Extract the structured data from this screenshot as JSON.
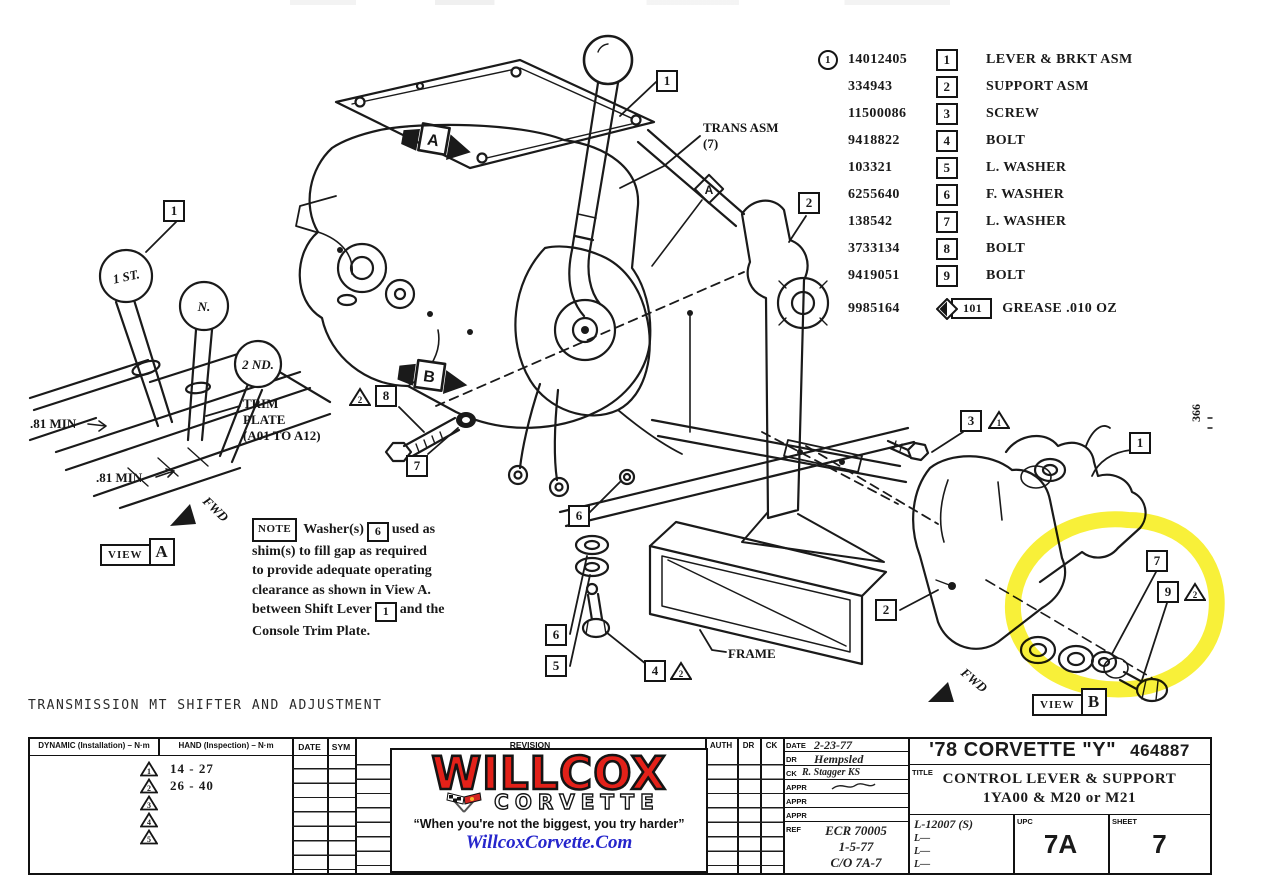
{
  "page": {
    "caption": "TRANSMISSION MT SHIFTER AND ADJUSTMENT",
    "ink": "#1a1a1a",
    "highlight_yellow": "#f6ec07"
  },
  "parts_list": {
    "rows": [
      {
        "circle": "1",
        "part_number": "14012405",
        "item": "1",
        "description": "LEVER & BRKT ASM"
      },
      {
        "part_number": "334943",
        "item": "2",
        "description": "SUPPORT ASM"
      },
      {
        "part_number": "11500086",
        "item": "3",
        "description": "SCREW"
      },
      {
        "part_number": "9418822",
        "item": "4",
        "description": "BOLT"
      },
      {
        "part_number": "103321",
        "item": "5",
        "description": "L. WASHER"
      },
      {
        "part_number": "6255640",
        "item": "6",
        "description": "F. WASHER"
      },
      {
        "part_number": "138542",
        "item": "7",
        "description": "L. WASHER"
      },
      {
        "part_number": "3733134",
        "item": "8",
        "description": "BOLT"
      },
      {
        "part_number": "9419051",
        "item": "9",
        "description": "BOLT"
      }
    ],
    "grease": {
      "part_number": "9985164",
      "item": "101",
      "description": "GREASE .010 OZ"
    }
  },
  "drawing": {
    "callouts": {
      "n1": "1",
      "n2": "2",
      "n3": "3",
      "n4": "4",
      "n5": "5",
      "n6": "6",
      "n7": "7",
      "n8": "8",
      "n9": "9"
    },
    "triangles": {
      "t1": "1",
      "t2": "2",
      "t3": "3",
      "t4": "4",
      "t5": "5"
    },
    "labels": {
      "trans_asm_line1": "TRANS ASM",
      "trans_asm_line2": "(7)",
      "trim_plate_line1": "TRIM",
      "trim_plate_line2": "PLATE",
      "trim_plate_line3": "(A01 TO A12)",
      "min_top": ".81 MIN",
      "min_bottom": ".81 MIN",
      "fwd_left": "FWD",
      "fwd_right": "FWD",
      "frame": "FRAME",
      "view_word": "VIEW",
      "view_a": "A",
      "view_b": "B",
      "knob_1st": "1 ST.",
      "knob_n": "N.",
      "knob_2nd": "2 ND.",
      "page_side_ref": "366"
    },
    "note": {
      "label": "NOTE",
      "seg1": "Washer(s)",
      "ref1": "6",
      "seg2": "used as",
      "line2": "shim(s) to fill gap as required",
      "line3": "to provide adequate operating",
      "line4": "clearance as shown in View A.",
      "line5a": "between Shift Lever",
      "ref2": "1",
      "line5b": "and the",
      "line6": "Console Trim Plate."
    }
  },
  "torque_table": {
    "dynamic_header": "DYNAMIC (Installation) – N·m",
    "hand_header": "HAND (Inspection) – N·m",
    "date_header": "DATE",
    "sym_header": "SYM",
    "rows": [
      {
        "tri": "1",
        "value": "14 - 27"
      },
      {
        "tri": "2",
        "value": "26 - 40"
      },
      {
        "tri": "3",
        "value": ""
      },
      {
        "tri": "4",
        "value": ""
      },
      {
        "tri": "5",
        "value": ""
      }
    ]
  },
  "revision_block": {
    "revision_header": "REVISION",
    "auth_header": "AUTH",
    "dr_header": "DR",
    "ck_header": "CK"
  },
  "willcox": {
    "name": "WILLCOX",
    "sub": "CORVETTE",
    "tagline": "“When you're not the biggest, you try harder”",
    "website": "WillcoxCorvette.Com",
    "brand_red": "#e32119",
    "link_blue": "#2626cc"
  },
  "title_block": {
    "date_label": "DATE",
    "date_value": "2-23-77",
    "dr_label": "DR",
    "dr_value": "Hempsled",
    "ck_label": "CK",
    "ck_value": "R. Stagger KS",
    "appr_label": "APPR",
    "ref_label": "REF",
    "ref_line1": "ECR 70005",
    "ref_line2": "1-5-77",
    "ref_line3": "C/O  7A-7",
    "car_title": "'78 CORVETTE \"Y\"",
    "drawing_number": "464887",
    "title_label": "TITLE",
    "title_line1": "CONTROL LEVER & SUPPORT",
    "title_line2": "1YA00 & M20 or M21",
    "l_number": "L-12007 (S)",
    "l_dash1": "L—",
    "l_dash2": "L—",
    "l_dash3": "L—",
    "upc_label": "UPC",
    "upc_value": "7A",
    "sheet_label": "SHEET",
    "sheet_value": "7"
  }
}
